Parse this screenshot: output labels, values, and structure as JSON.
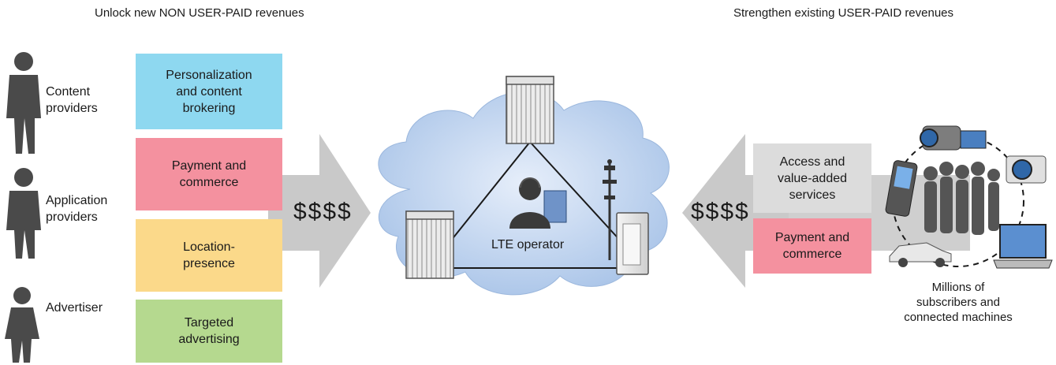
{
  "headings": {
    "left": "Unlock new NON USER-PAID revenues",
    "right": "Strengthen existing USER-PAID revenues"
  },
  "actors": [
    {
      "label": "Content\nproviders",
      "icon": "businessman-silhouette-icon"
    },
    {
      "label": "Application\nproviders",
      "icon": "businessman-silhouette-icon"
    },
    {
      "label": "Advertiser",
      "icon": "businesswoman-silhouette-icon"
    }
  ],
  "left_boxes": [
    {
      "label": "Personalization\nand content\nbrokering",
      "color": "#8ed8f0"
    },
    {
      "label": "Payment and\ncommerce",
      "color": "#f4919f"
    },
    {
      "label": "Location-\npresence",
      "color": "#fbd98a"
    },
    {
      "label": "Targeted\nadvertising",
      "color": "#b5d98f"
    }
  ],
  "left_money": "$$$$",
  "right_money": "$$$$",
  "center": {
    "label": "LTE operator",
    "icons": [
      "server-rack-icon",
      "server-rack-icon",
      "base-station-icon",
      "operator-headset-icon"
    ]
  },
  "right_boxes": [
    {
      "label": "Access and\nvalue-added\nservices",
      "color": "#dcdcdc"
    },
    {
      "label": "Payment and\ncommerce",
      "color": "#f4919f"
    }
  ],
  "subscribers": {
    "caption": "Millions of\nsubscribers and\nconnected machines",
    "icons": [
      "video-camera-icon",
      "photo-camera-icon",
      "mobile-phone-icon",
      "car-icon",
      "laptop-icon",
      "people-group-icon"
    ]
  },
  "colors": {
    "arrow": "#c9c9c9",
    "cloud": "#bcd3ee",
    "silhouette": "#4a4a4a"
  }
}
